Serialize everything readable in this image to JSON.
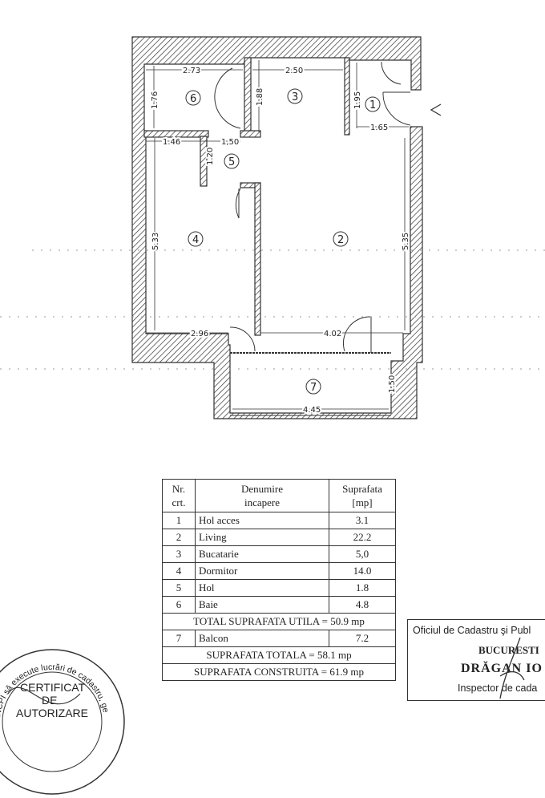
{
  "plan": {
    "dimensions": {
      "room6_width": "2.73",
      "room6_height": "1.76",
      "room3_width": "2.50",
      "room3_height": "1.88",
      "room1_width": "1.65",
      "room1_height": "1.95",
      "room4_top": "1.46",
      "room5_width": "1,50",
      "room5_height": "1.20",
      "room4_height": "5.33",
      "room2_height": "5.35",
      "room4_width": "2.96",
      "room2_width": "4.02",
      "room7_width": "4.45",
      "room7_height": "1.50"
    },
    "room_numbers": [
      "1",
      "2",
      "3",
      "4",
      "5",
      "6",
      "7"
    ]
  },
  "table": {
    "headers": {
      "nr": "Nr.\ncrt.",
      "name": "Denumire\nincapere",
      "area": "Suprafata\n[mp]"
    },
    "rows": [
      {
        "nr": "1",
        "name": "Hol acces",
        "area": "3.1"
      },
      {
        "nr": "2",
        "name": "Living",
        "area": "22.2"
      },
      {
        "nr": "3",
        "name": "Bucatarie",
        "area": "5,0"
      },
      {
        "nr": "4",
        "name": "Dormitor",
        "area": "14.0"
      },
      {
        "nr": "5",
        "name": "Hol",
        "area": "1.8"
      },
      {
        "nr": "6",
        "name": "Baie",
        "area": "4.8"
      }
    ],
    "total_utila": "TOTAL SUPRAFATA UTILA = 50.9 mp",
    "balcon": {
      "nr": "7",
      "name": "Balcon",
      "area": "7.2"
    },
    "total": "SUPRAFATA TOTALA = 58.1 mp",
    "construita": "SUPRAFATA CONSTRUITA = 61.9 mp"
  },
  "stamp_ocpi": {
    "line1": "Oficiul de Cadastru şi Publ",
    "line2": "BUCURESTI",
    "line3": "DRĂGAN IO",
    "line4": "Inspector de cada"
  },
  "stamp_certificat": {
    "ring": "ANCPI să execute lucrări de cadastru, ge",
    "line1": "CERTIFICAT",
    "line2": "DE",
    "line3": "AUTORIZARE"
  }
}
